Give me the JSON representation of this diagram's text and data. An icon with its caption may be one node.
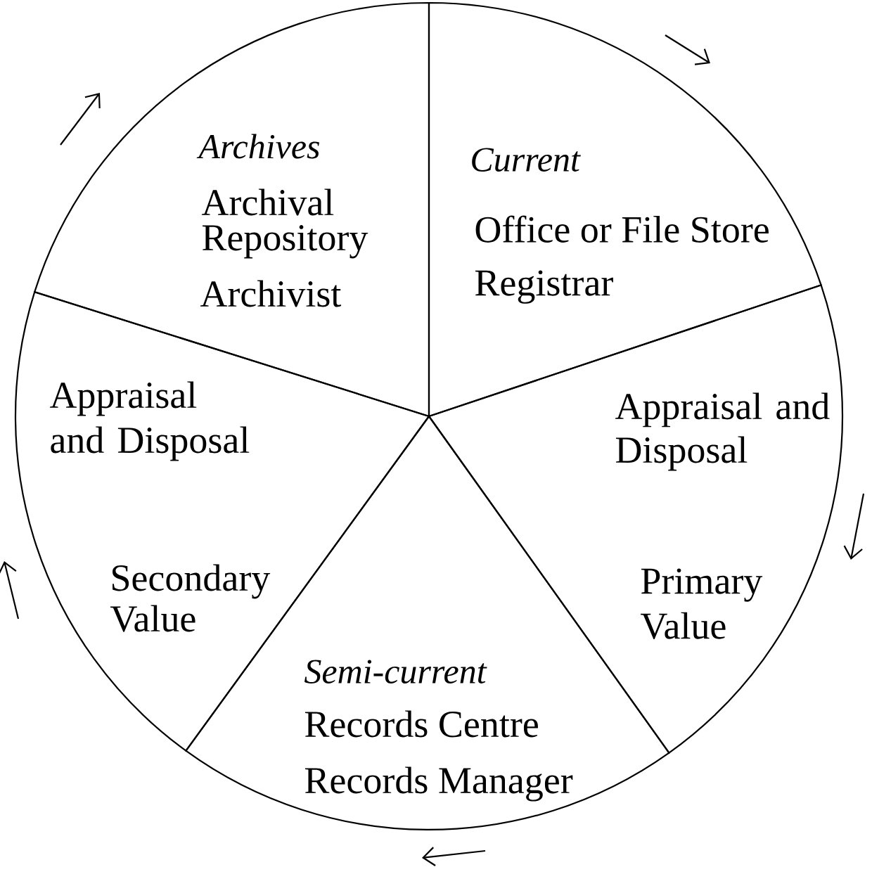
{
  "diagram": {
    "nodes": [
      {
        "text": [
          "Current",
          "Office or File Store",
          "Registrar"
        ]
      },
      {
        "text": [
          "Appraisal and Disposal",
          "Primary Value"
        ]
      },
      {
        "text": [
          "Semi-current",
          "Records Centre",
          "Records Manager"
        ]
      },
      {
        "text": [
          "Appraisal and Disposal",
          "Secondary Value"
        ]
      },
      {
        "text": [
          "Archives",
          "Archival Repository",
          "Archivist"
        ]
      }
    ]
  }
}
